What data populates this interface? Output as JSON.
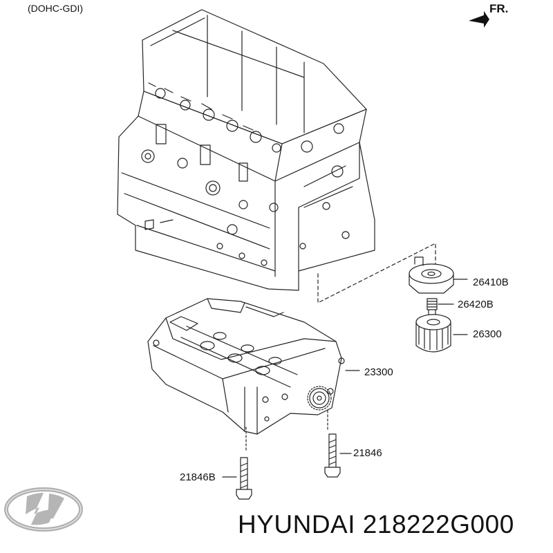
{
  "diagram": {
    "variant": "(DOHC-GDI)",
    "front_indicator": "FR.",
    "parts": {
      "oil_cooler": "26410B",
      "fitting": "26420B",
      "oil_filter": "26300",
      "balance_shaft_module": "23300",
      "bolt_right": "21846",
      "bolt_left": "21846B"
    }
  },
  "caption": {
    "brand_part": "HYUNDAI 218222G000"
  },
  "logo": {
    "brand": "Hyundai",
    "icon": "hyundai-logo-icon"
  },
  "colors": {
    "line": "#222222",
    "logo_silver": "#b5b5b5",
    "background": "#ffffff"
  }
}
